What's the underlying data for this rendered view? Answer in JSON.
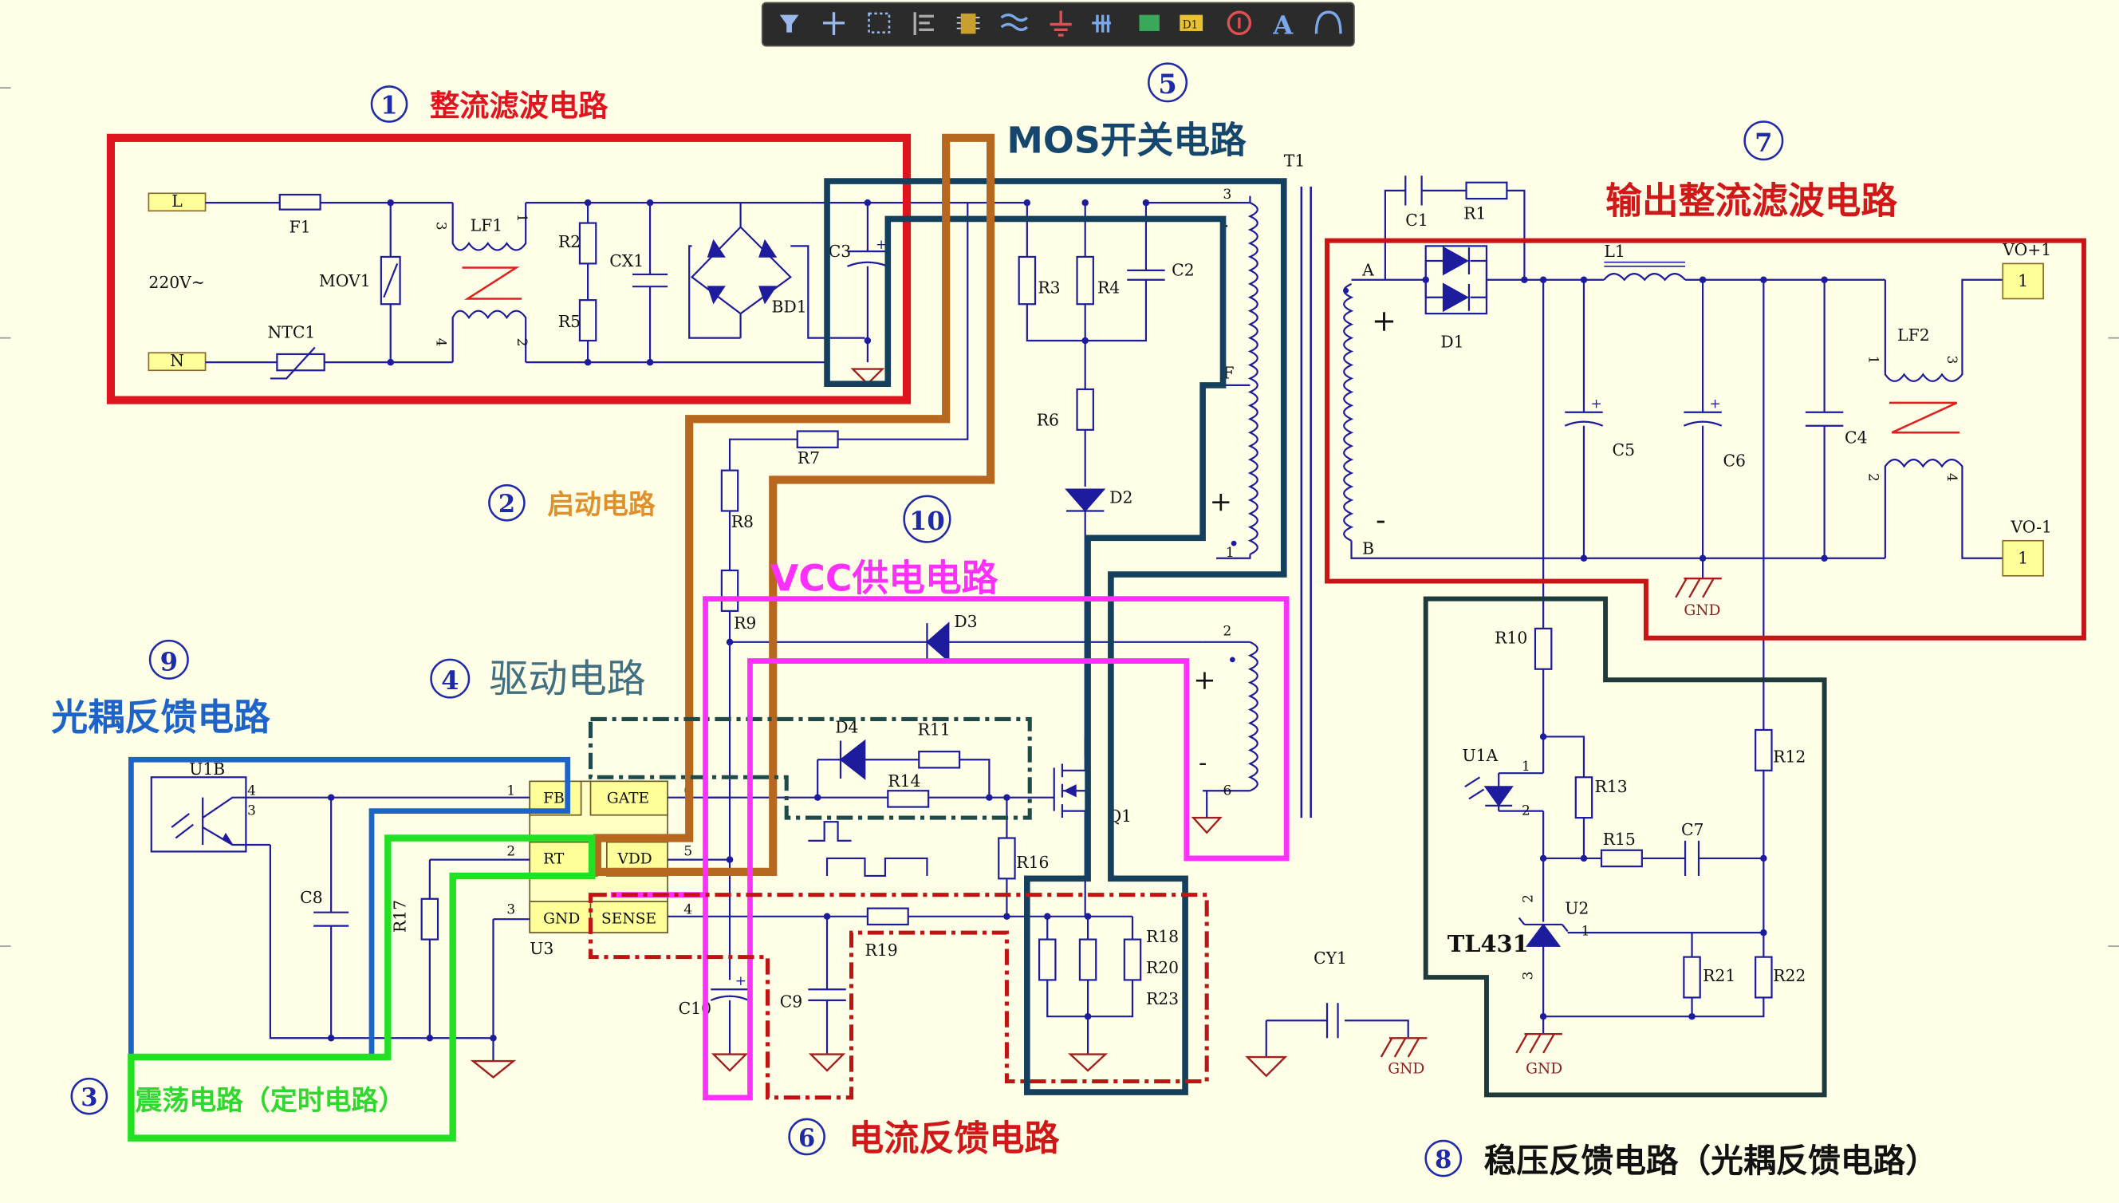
{
  "toolbar": {
    "icons": [
      "filter-icon",
      "crosshair-icon",
      "select-rect-icon",
      "align-icon",
      "component-icon",
      "bus-icon",
      "ground-icon",
      "port-icon",
      "part-icon",
      "netlabel-icon",
      "info-icon",
      "text-icon",
      "arc-icon"
    ]
  },
  "sections": {
    "s1": {
      "num": "1",
      "title": "整流滤波电路",
      "color": "#e0141e"
    },
    "s2": {
      "num": "2",
      "title": "启动电路",
      "color": "#e0902a"
    },
    "s3": {
      "num": "3",
      "title": "震荡电路（定时电路）",
      "color": "#2ed82e"
    },
    "s4": {
      "num": "4",
      "title": "驱动电路",
      "color": "#3f6f80"
    },
    "s5": {
      "num": "5",
      "title": "MOS开关电路",
      "color": "#14466e"
    },
    "s6": {
      "num": "6",
      "title": "电流反馈电路",
      "color": "#d01818"
    },
    "s7": {
      "num": "7",
      "title": "输出整流滤波电路",
      "color": "#d01818"
    },
    "s8": {
      "num": "8",
      "title": "稳压反馈电路（光耦反馈电路）",
      "color": "#111111"
    },
    "s9": {
      "num": "9",
      "title": "光耦反馈电路",
      "color": "#1e64c8"
    },
    "s10": {
      "num": "10",
      "title": "VCC供电电路",
      "color": "#ff30ff"
    }
  },
  "box_colors": {
    "rectifier": "#e0141e",
    "startup": "#b8681e",
    "driver": "#1e4a4a",
    "mos": "#14405e",
    "current": "#c01414",
    "output": "#c81414",
    "regulator": "#1e3a3a",
    "optocoupler": "#1e64c8",
    "oscillator": "#22e022",
    "vcc": "#ff30ff"
  },
  "components": {
    "L": "L",
    "N": "N",
    "F1": "F1",
    "ac": "220V~",
    "MOV1": "MOV1",
    "NTC1": "NTC1",
    "LF1": "LF1",
    "R2": "R2",
    "R5": "R5",
    "CX1": "CX1",
    "BD1": "BD1",
    "C3": "C3",
    "R3": "R3",
    "R4": "R4",
    "C2": "C2",
    "R6": "R6",
    "D2": "D2",
    "T1": "T1",
    "R7": "R7",
    "R8": "R8",
    "R9": "R9",
    "D3": "D3",
    "D4": "D4",
    "R11": "R11",
    "R14": "R14",
    "Q1": "Q1",
    "R16": "R16",
    "R17": "R17",
    "C8": "C8",
    "U1B": "U1B",
    "U3": "U3",
    "R19": "R19",
    "C9": "C9",
    "C10": "C10",
    "R18": "R18",
    "R20": "R20",
    "R23": "R23",
    "CY1": "CY1",
    "C1": "C1",
    "R1": "R1",
    "D1": "D1",
    "L1": "L1",
    "C5": "C5",
    "C6": "C6",
    "C4": "C4",
    "LF2": "LF2",
    "VOp": "VO+1",
    "VOm": "VO-1",
    "R10": "R10",
    "U1A": "U1A",
    "R13": "R13",
    "R15": "R15",
    "C7": "C7",
    "R12": "R12",
    "U2": "U2",
    "TL431": "TL431",
    "R21": "R21",
    "R22": "R22",
    "gnd": "GND",
    "A": "A",
    "B": "B",
    "F": "F",
    "port1": "1"
  },
  "u3_pins": {
    "FB": "FB",
    "GATE": "GATE",
    "RT": "RT",
    "VDD": "VDD",
    "GND": "GND",
    "SENSE": "SENSE",
    "p1": "1",
    "p2": "2",
    "p3": "3",
    "p4": "4",
    "p5": "5",
    "p6": "6"
  },
  "winding_marks": {
    "n1": "1",
    "n2": "2",
    "n3": "3",
    "n4": "4",
    "n6": "6",
    "plus": "+",
    "minus": "-"
  }
}
